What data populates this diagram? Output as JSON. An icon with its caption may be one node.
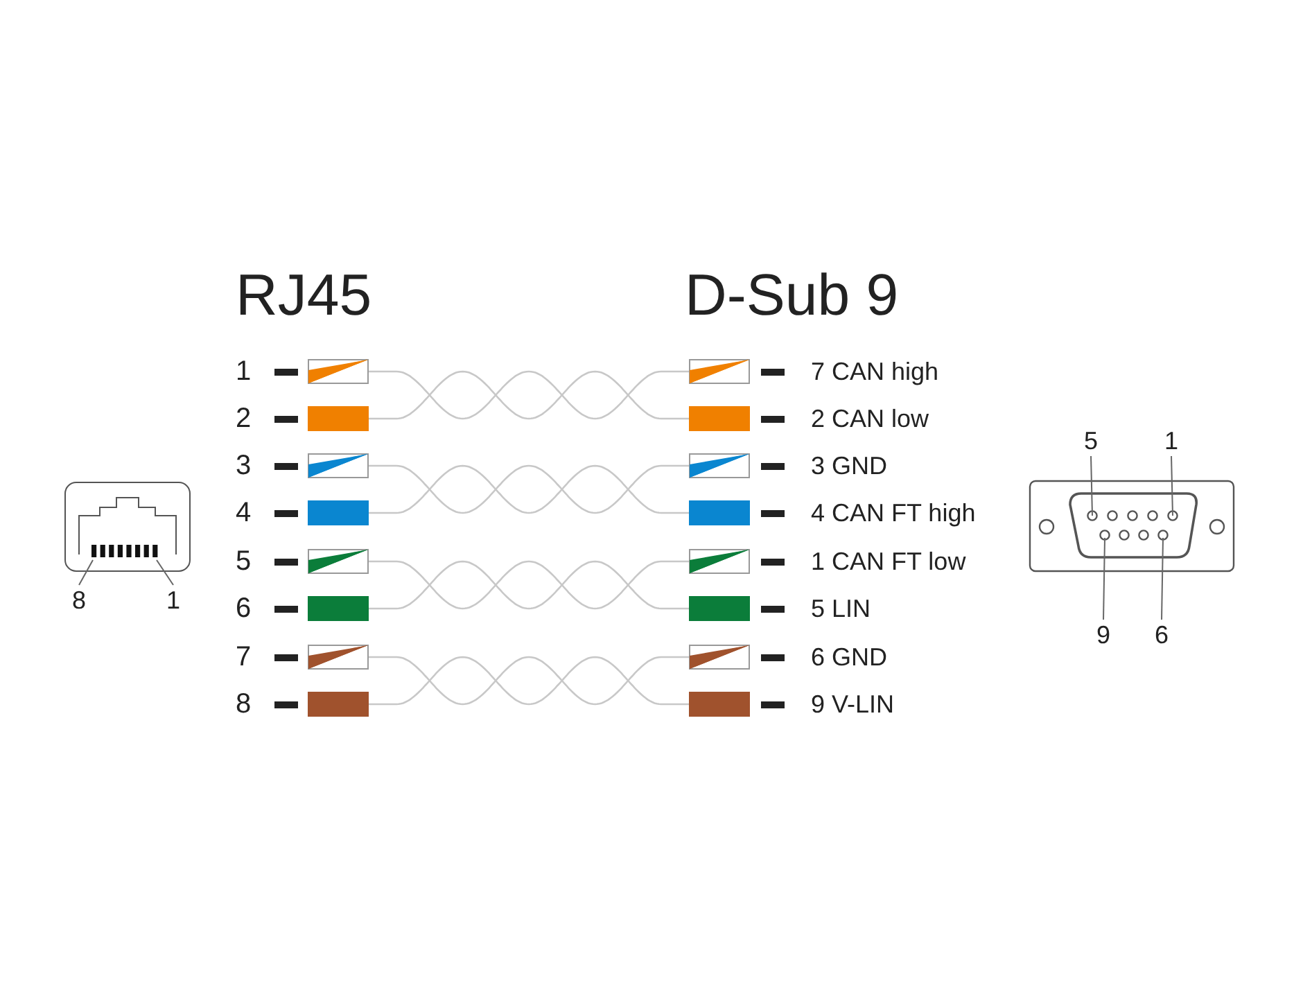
{
  "diagram": {
    "nodes": [
      {
        "text": [
          "1"
        ]
      },
      {
        "text": [
          "2"
        ]
      },
      {
        "text": [
          "3"
        ]
      },
      {
        "text": [
          "4"
        ]
      },
      {
        "text": [
          "5"
        ]
      },
      {
        "text": [
          "6"
        ]
      },
      {
        "text": [
          "7"
        ]
      },
      {
        "text": [
          "8"
        ]
      },
      {
        "text": [
          "7 CAN high"
        ]
      },
      {
        "text": [
          "2 CAN low"
        ]
      },
      {
        "text": [
          "3 GND"
        ]
      },
      {
        "text": [
          "4 CAN FT high"
        ]
      },
      {
        "text": [
          "1 CAN FT low"
        ]
      },
      {
        "text": [
          "5 LIN"
        ]
      },
      {
        "text": [
          "6 GND"
        ]
      },
      {
        "text": [
          "9 V-LIN"
        ]
      },
      {
        "text": [
          "8"
        ]
      },
      {
        "text": [
          "1"
        ]
      },
      {
        "text": [
          "5"
        ]
      },
      {
        "text": [
          "1"
        ]
      },
      {
        "text": [
          "9"
        ]
      },
      {
        "text": [
          "6"
        ]
      }
    ],
    "edges": [
      {
        "from": 0,
        "to": 8,
        "arrow": "none"
      },
      {
        "from": 1,
        "to": 9,
        "arrow": "none"
      },
      {
        "from": 2,
        "to": 10,
        "arrow": "none"
      },
      {
        "from": 3,
        "to": 11,
        "arrow": "none"
      },
      {
        "from": 4,
        "to": 12,
        "arrow": "none"
      },
      {
        "from": 5,
        "to": 13,
        "arrow": "none"
      },
      {
        "from": 6,
        "to": 14,
        "arrow": "none"
      },
      {
        "from": 7,
        "to": 15,
        "arrow": "none"
      },
      {
        "from": 16,
        "to": null,
        "arrow": "none",
        "color": "#666666"
      },
      {
        "from": 17,
        "to": null,
        "arrow": "none",
        "color": "#666666"
      },
      {
        "from": 18,
        "to": null,
        "arrow": "none",
        "color": "#666666"
      },
      {
        "from": 19,
        "to": null,
        "arrow": "none",
        "color": "#666666"
      },
      {
        "from": 20,
        "to": null,
        "arrow": "none",
        "color": "#666666"
      },
      {
        "from": 21,
        "to": null,
        "arrow": "none",
        "color": "#666666"
      }
    ],
    "labels": [
      "RJ45",
      "D-Sub 9"
    ]
  }
}
